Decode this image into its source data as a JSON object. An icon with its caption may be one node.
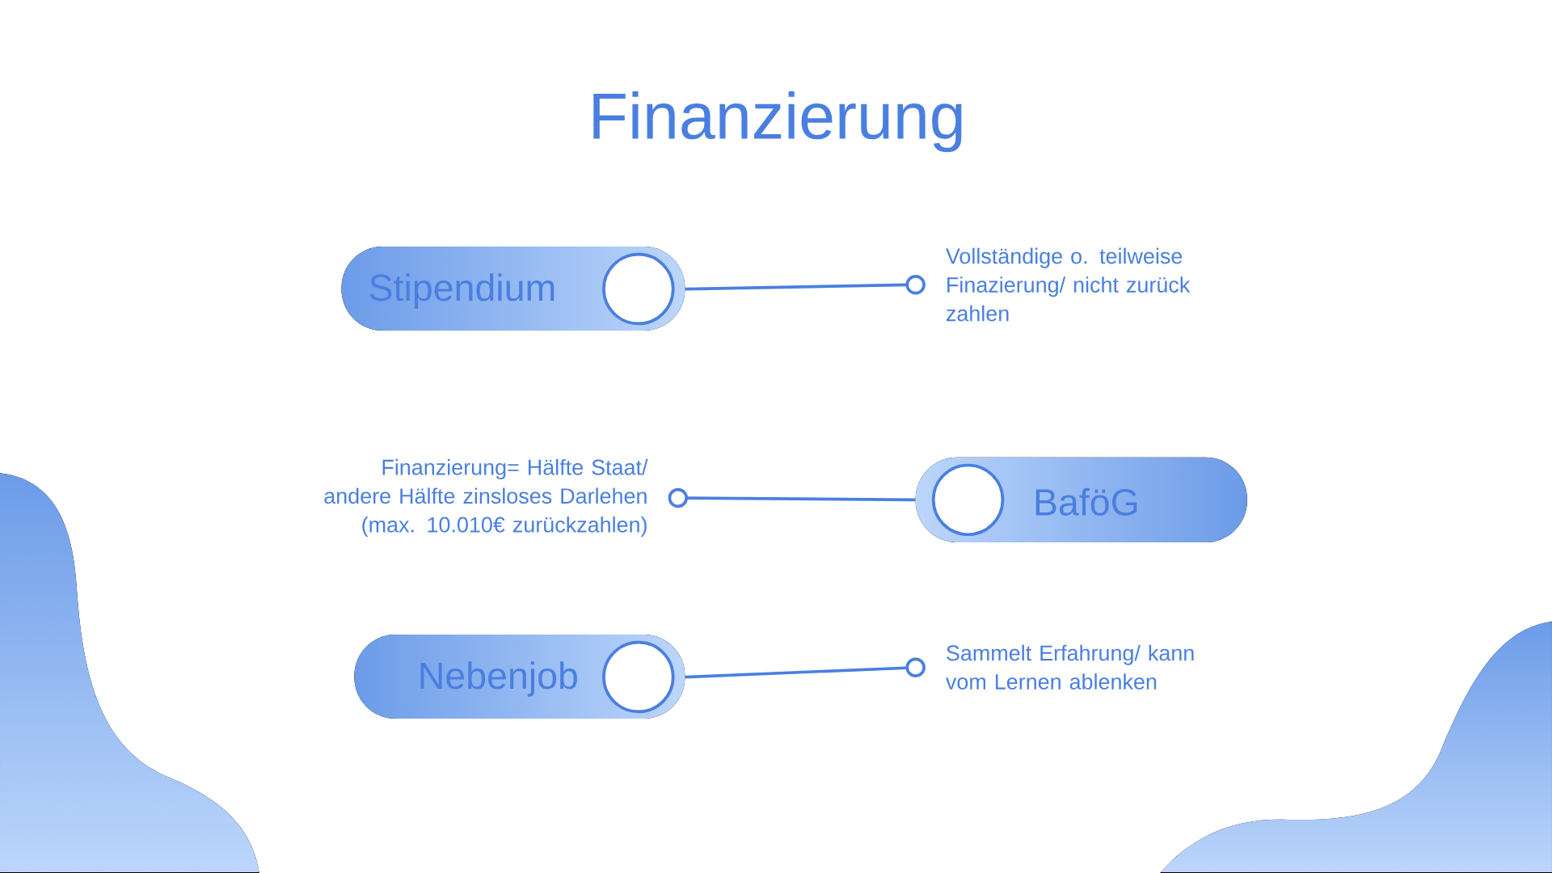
{
  "diagram": {
    "title": "Finanzierung",
    "nodes": [
      {
        "text": [
          "Stipendium"
        ]
      },
      {
        "text": [
          "Vollständige o. teilweise Finazierung/ nicht zurück zahlen"
        ]
      },
      {
        "text": [
          "Finanzierung= Hälfte Staat/ andere Hälfte zinsloses Darlehen (max. 10.010€ zurückzahlen)"
        ]
      },
      {
        "text": [
          "BaföG"
        ]
      },
      {
        "text": [
          "Nebenjob"
        ]
      },
      {
        "text": [
          "Sammelt Erfahrung/ kann vom Lernen ablenken"
        ]
      }
    ],
    "edges": [
      {
        "from": 0,
        "to": 1,
        "arrow": "other"
      },
      {
        "from": 3,
        "to": 2,
        "arrow": "other"
      },
      {
        "from": 4,
        "to": 5,
        "arrow": "other"
      }
    ]
  }
}
